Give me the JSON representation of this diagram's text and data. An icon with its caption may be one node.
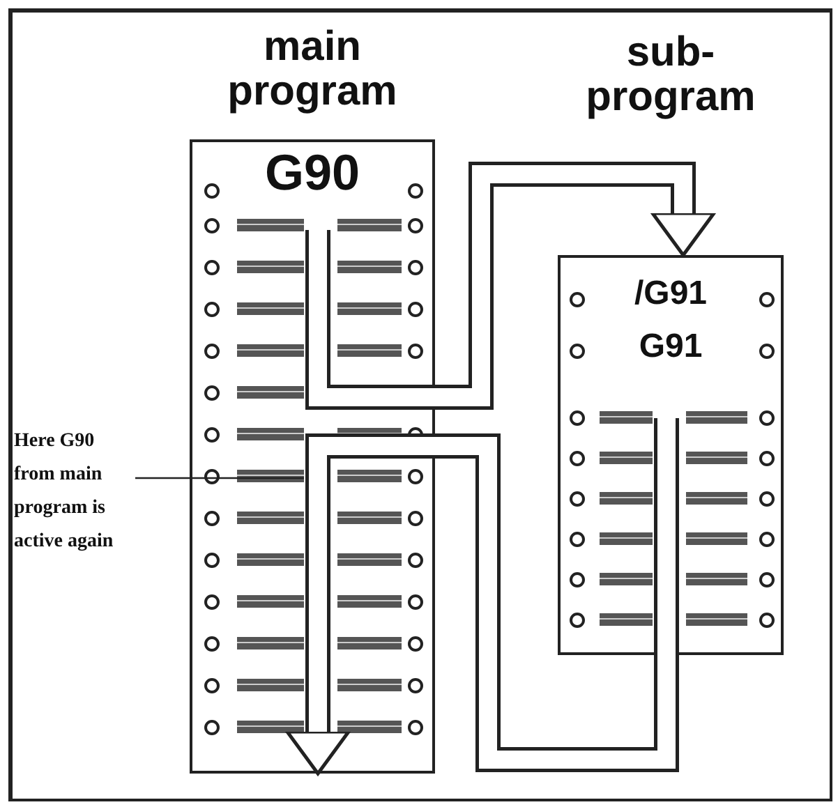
{
  "diagram": {
    "nodes": [
      {
        "text": [
          "main program",
          "G90"
        ]
      },
      {
        "text": [
          "sub- program",
          "/G91",
          "G91"
        ]
      },
      {
        "text": [
          "Here G90 from main program is active again"
        ]
      }
    ],
    "edges": [
      {
        "from": 0,
        "to": 1,
        "arrow": "to"
      },
      {
        "from": 1,
        "to": 0,
        "arrow": "to"
      },
      {
        "from": 2,
        "to": 0,
        "arrow": "none"
      }
    ]
  }
}
